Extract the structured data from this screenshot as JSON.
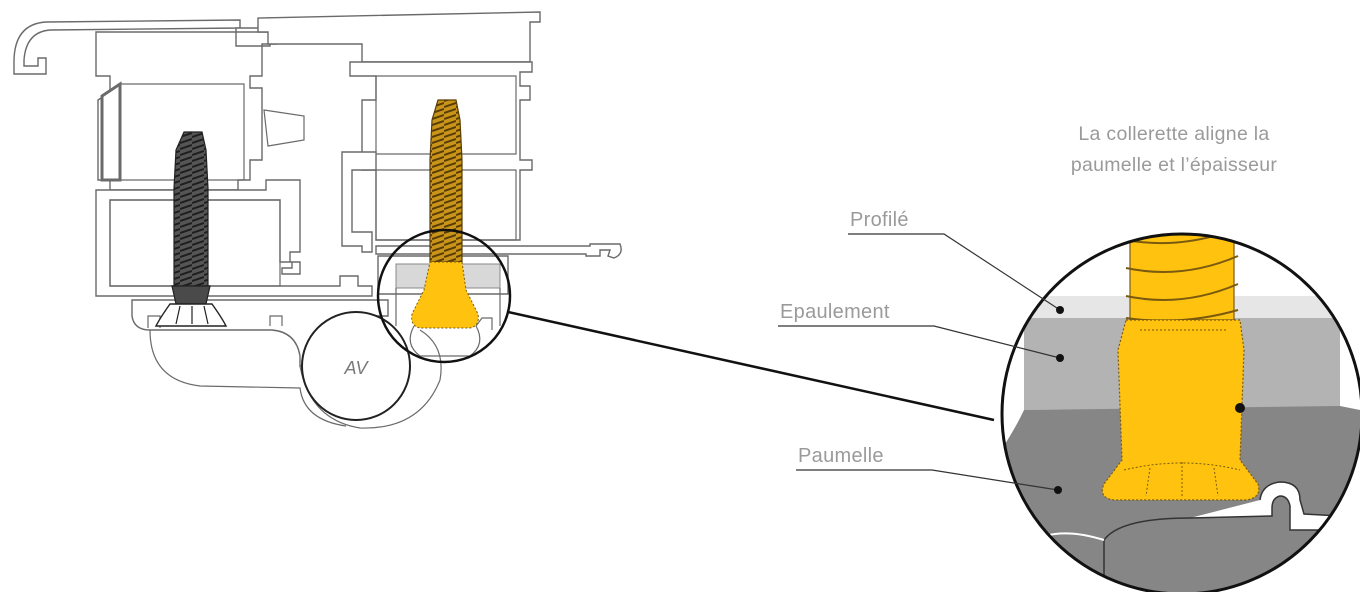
{
  "title": "",
  "colors": {
    "screw_accent": "#ffc20e",
    "zone_profile": "#e6e6e6",
    "zone_shoulder": "#b3b3b3",
    "zone_hinge": "#868686",
    "label_text": "#9a9a9a",
    "outline": "#6a6a6a"
  },
  "logo": {
    "text": "AV"
  },
  "note": {
    "line1": "La collerette aligne la",
    "line2": "paumelle et l’épaisseur"
  },
  "callouts": {
    "profile": "Profilé",
    "shoulder": "Epaulement",
    "hinge": "Paumelle"
  }
}
